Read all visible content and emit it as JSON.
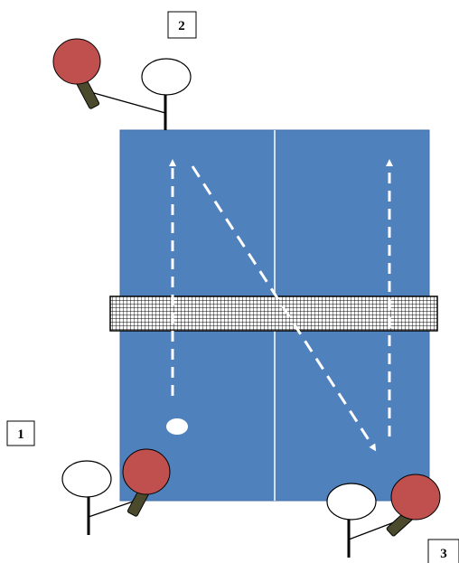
{
  "colors": {
    "table": "#4f81bd",
    "table_edge": "#3f6fa8",
    "line": "#ffffff",
    "paddle": "#c0504d",
    "handle": "#4b4a2c",
    "net": "#000000"
  },
  "icons": [
    "table-tennis-table",
    "net",
    "paddle",
    "player-head",
    "ball",
    "dashed-arrow"
  ],
  "labels": {
    "one": "1",
    "two": "2",
    "three": "3"
  }
}
